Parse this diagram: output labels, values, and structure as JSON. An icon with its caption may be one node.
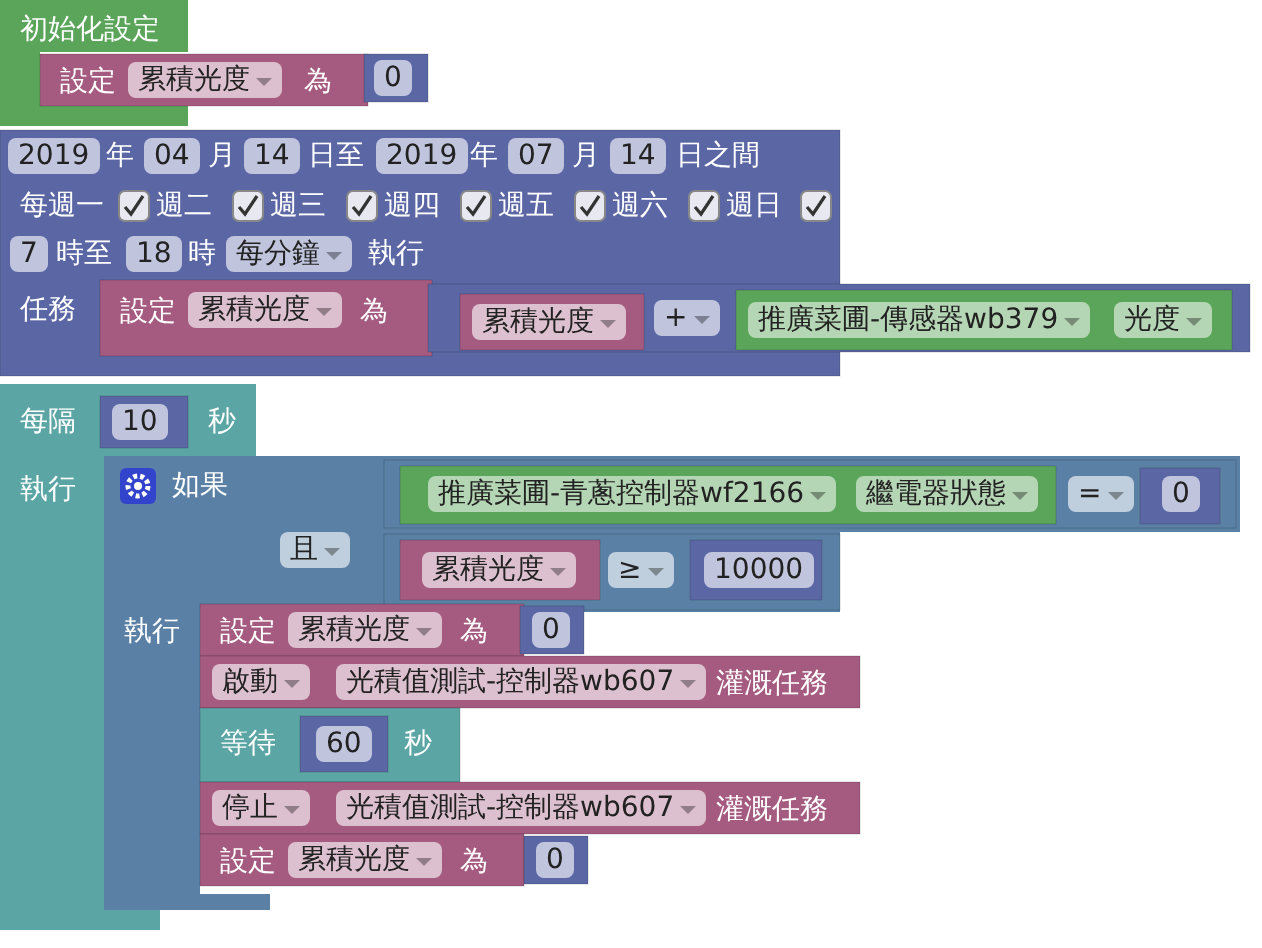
{
  "diagram": {
    "nodes": [
      {
        "text": [
          "初始化設定"
        ]
      },
      {
        "text": [
          "設定",
          "累積光度",
          "為"
        ]
      },
      {
        "text": [
          "0"
        ]
      },
      {
        "text": [
          "2019",
          "年",
          "04",
          "月",
          "14",
          "日至",
          "2019",
          "年",
          "07",
          "月",
          "14",
          "日之間",
          "每週一",
          "週二",
          "週三",
          "週四",
          "週五",
          "週六",
          "週日",
          "7",
          "時至",
          "18",
          "時",
          "每分鐘",
          "執行",
          "任務"
        ]
      },
      {
        "text": [
          "設定",
          "累積光度",
          "為"
        ],
        "in": 3
      },
      {
        "text": [
          "+"
        ]
      },
      {
        "text": [
          "累積光度"
        ]
      },
      {
        "text": [
          "推廣菜圃-傳感器wb379",
          "光度"
        ],
        "in": 5
      },
      {
        "text": [
          "每隔",
          "秒",
          "執行"
        ]
      },
      {
        "text": [
          "10"
        ],
        "in": 8
      },
      {
        "text": [
          "如果",
          "執行"
        ]
      },
      {
        "text": [
          "且"
        ]
      },
      {
        "text": [
          "="
        ],
        "in": 11
      },
      {
        "text": [
          "推廣菜圃-青蔥控制器wf2166",
          "繼電器狀態"
        ],
        "in": 12
      },
      {
        "text": [
          "0"
        ],
        "in": 12
      },
      {
        "text": [
          "≥"
        ],
        "in": 11
      },
      {
        "text": [
          "累積光度"
        ],
        "in": 15
      },
      {
        "text": [
          "10000"
        ],
        "in": 15
      },
      {
        "text": [
          "設定",
          "累積光度",
          "為"
        ]
      },
      {
        "text": [
          "0"
        ]
      },
      {
        "text": [
          "啟動",
          "光積值測試-控制器wb607",
          "灌溉任務"
        ]
      },
      {
        "text": [
          "等待",
          "秒"
        ]
      },
      {
        "text": [
          "60"
        ],
        "in": 21
      },
      {
        "text": [
          "停止",
          "光積值測試-控制器wb607",
          "灌溉任務"
        ]
      },
      {
        "text": [
          "設定",
          "累積光度",
          "為"
        ]
      },
      {
        "text": [
          "0"
        ]
      }
    ]
  }
}
